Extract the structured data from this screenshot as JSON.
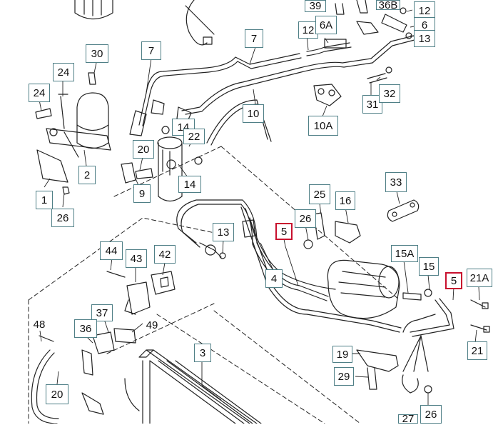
{
  "colors": {
    "label_border": "#4f7f86",
    "highlight_border": "#c8102e",
    "line": "#222222",
    "leader": "#222222"
  },
  "labels": {
    "l39": "39",
    "l36b": "36B",
    "l12a": "12",
    "l6": "6",
    "l12b": "12",
    "l6a": "6A",
    "l13a": "13",
    "l7": "7",
    "l30": "30",
    "l24a": "24",
    "l24b": "24",
    "l10": "10",
    "l31": "31",
    "l32": "32",
    "l10a": "10A",
    "l14a": "14",
    "l22": "22",
    "l20a": "20",
    "l2": "2",
    "l9": "9",
    "l14b": "14",
    "l1": "1",
    "l26a": "26",
    "l33": "33",
    "l25": "25",
    "l16": "16",
    "l26b": "26",
    "l5a": "5",
    "l13b": "13",
    "l44": "44",
    "l43": "43",
    "l42": "42",
    "l4": "4",
    "l15a": "15A",
    "l15": "15",
    "l5b": "5",
    "l21a": "21A",
    "l37": "37",
    "l48": "48",
    "l36": "36",
    "l49": "49",
    "l3": "3",
    "l21": "21",
    "l19": "19",
    "l29": "29",
    "l20b": "20",
    "l27": "27",
    "l26c": "26"
  }
}
